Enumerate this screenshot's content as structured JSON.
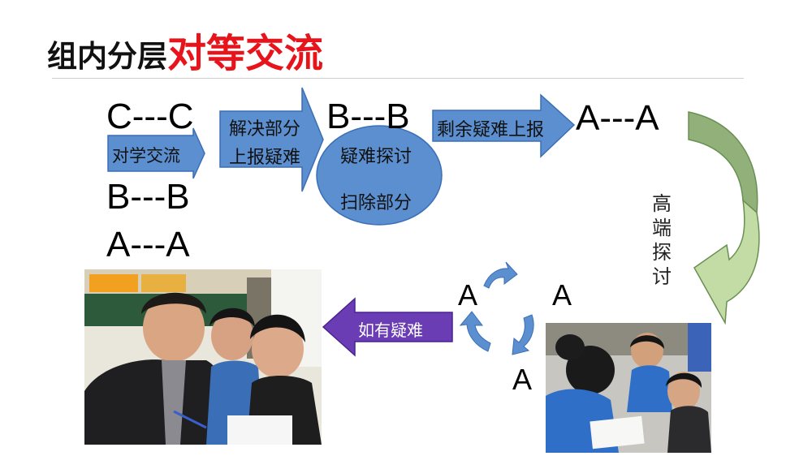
{
  "title": {
    "part1": "组内分层",
    "part2": "对等交流"
  },
  "levels": {
    "c_pair": "C---C",
    "b_pair": "B---B",
    "a_pair": "A---A",
    "b_pair_mid": "B---B",
    "a_pair_top": "A---A"
  },
  "arrows": {
    "peer_exchange": "对学交流",
    "solve_part_line1": "解决部分",
    "solve_part_line2": "上报疑难",
    "report_remaining": "剩余疑难上报",
    "if_doubt": "如有疑难"
  },
  "ellipse": {
    "line1": "疑难探讨",
    "line2": "扫除部分"
  },
  "vertical_label": [
    "高",
    "端",
    "探",
    "讨"
  ],
  "cycle": {
    "a_left": "A",
    "a_right": "A",
    "a_bottom": "A"
  },
  "colors": {
    "blue": "#5b8fd0",
    "blue_border": "#3b6fb5",
    "purple": "#6a3db5",
    "green": "#a8c98a",
    "red": "#e8141c"
  }
}
